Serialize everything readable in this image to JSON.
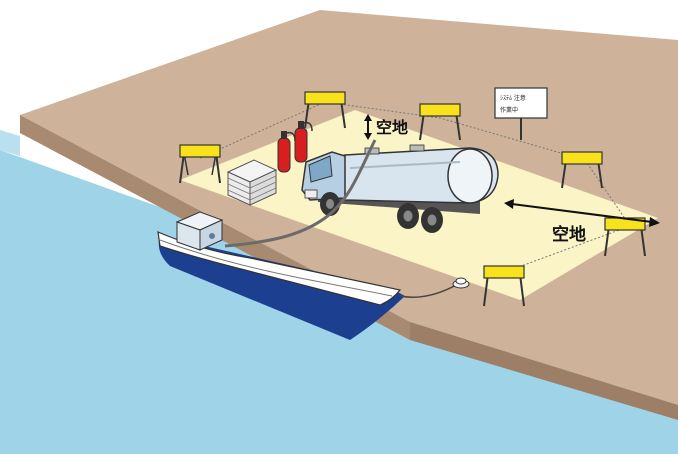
{
  "labels": {
    "clearance_top": "空地",
    "clearance_right": "空地"
  },
  "sign": {
    "line1": "ｼｽﾃﾑ 注意",
    "line2": "作業中"
  },
  "colors": {
    "water": "#9fd3e8",
    "ground": "#ceb39a",
    "ground_side": "#b89a80",
    "work_area": "#fbf4c6",
    "barrier": "#f7e21c",
    "boat_hull": "#1c3f8f",
    "tank": "#d8e4ee",
    "extinguisher": "#d81f1f"
  }
}
